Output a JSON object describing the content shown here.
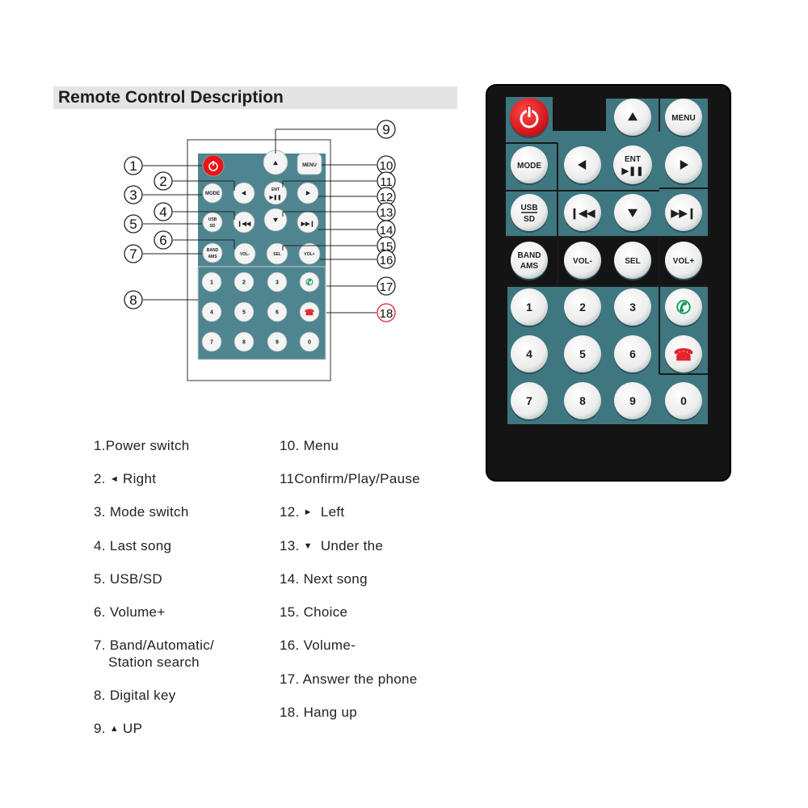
{
  "title": "Remote Control Description",
  "callout_numbers": [
    "1",
    "2",
    "3",
    "4",
    "5",
    "6",
    "7",
    "8",
    "9",
    "10",
    "11",
    "12",
    "13",
    "14",
    "15",
    "16",
    "17",
    "18"
  ],
  "legend": [
    {
      "num": "1.",
      "arrow": "",
      "text": "Power switch"
    },
    {
      "num": "2.",
      "arrow": "◄",
      "text": "Right"
    },
    {
      "num": "3.",
      "arrow": "",
      "text": "Mode switch"
    },
    {
      "num": "4.",
      "arrow": "",
      "text": "Last song"
    },
    {
      "num": "5.",
      "arrow": "",
      "text": "USB/SD"
    },
    {
      "num": "6.",
      "arrow": "",
      "text": "Volume+"
    },
    {
      "num": "7.",
      "arrow": "",
      "text": "Band/Automatic/",
      "text2": "Station search"
    },
    {
      "num": "8.",
      "arrow": "",
      "text": "Digital key"
    },
    {
      "num": "9.",
      "arrow": "▲",
      "text": "UP"
    },
    {
      "num": "10.",
      "arrow": "",
      "text": "Menu"
    },
    {
      "num": "11",
      "arrow": "",
      "text": "Confirm/Play/Pause"
    },
    {
      "num": "12.",
      "arrow": "►",
      "text": "Left"
    },
    {
      "num": "13.",
      "arrow": "▼",
      "text": "Under the"
    },
    {
      "num": "14.",
      "arrow": "",
      "text": "Next song"
    },
    {
      "num": "15.",
      "arrow": "",
      "text": "Choice"
    },
    {
      "num": "16.",
      "arrow": "",
      "text": "Volume-"
    },
    {
      "num": "17.",
      "arrow": "",
      "text": "Answer the phone"
    },
    {
      "num": "18.",
      "arrow": "",
      "text": "Hang up"
    }
  ],
  "buttons": {
    "menu": "MENU",
    "mode": "MODE",
    "ent": "ENT",
    "usb": "USB",
    "sd": "SD",
    "band": "BAND",
    "ams": "AMS",
    "vol_minus": "VOL-",
    "sel": "SEL",
    "vol_plus": "VOL+",
    "digits": [
      "1",
      "2",
      "3",
      "4",
      "5",
      "6",
      "7",
      "8",
      "9",
      "0"
    ]
  },
  "icons": [
    "power-icon",
    "up-arrow-icon",
    "left-arrow-icon",
    "right-arrow-icon",
    "down-arrow-icon",
    "play-pause-icon",
    "previous-track-icon",
    "next-track-icon",
    "answer-phone-icon",
    "hang-up-icon"
  ],
  "colors": {
    "remote_body": "#141414",
    "panel": "#3e7780",
    "button_face": "#f1f1f1",
    "power": "#e8141b",
    "answer": "#0f9a58",
    "hangup": "#e3222a"
  }
}
